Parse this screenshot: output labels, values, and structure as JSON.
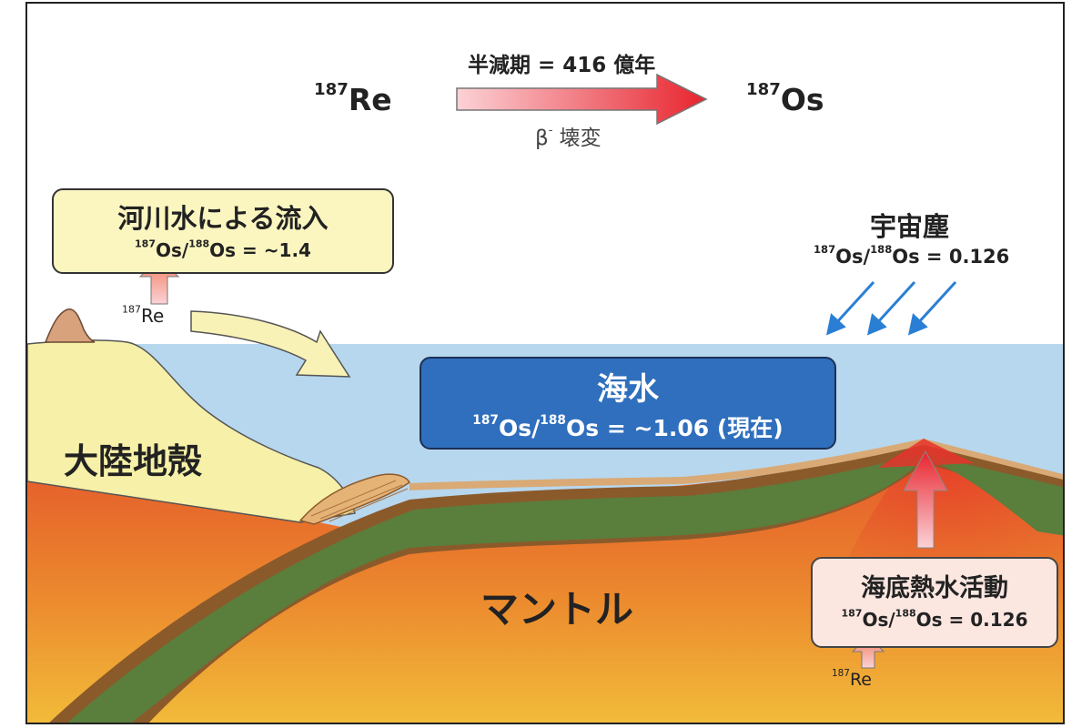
{
  "decay": {
    "parent_mass": "187",
    "parent_symbol": "Re",
    "daughter_mass": "187",
    "daughter_symbol": "Os",
    "half_life": "半減期 = 416 億年",
    "beta_symbol": "β",
    "beta_sign": "-",
    "decay_label": "壊変"
  },
  "river": {
    "title": "河川水による流入",
    "ratio_num_mass": "187",
    "ratio_den_mass": "188",
    "symbol": "Os",
    "ratio_value": "= ~1.4",
    "source_mass": "187",
    "source_symbol": "Re"
  },
  "cosmic": {
    "title": "宇宙塵",
    "ratio_num_mass": "187",
    "ratio_den_mass": "188",
    "symbol": "Os",
    "ratio_value": "= 0.126"
  },
  "seawater": {
    "title": "海水",
    "ratio_num_mass": "187",
    "ratio_den_mass": "188",
    "symbol": "Os",
    "ratio_value": "= ~1.06 (現在)"
  },
  "hydrothermal": {
    "title": "海底熱水活動",
    "ratio_num_mass": "187",
    "ratio_den_mass": "188",
    "symbol": "Os",
    "ratio_value": "= 0.126",
    "source_mass": "187",
    "source_symbol": "Re"
  },
  "continent_label": "大陸地殻",
  "mantle_label": "マントル",
  "colors": {
    "sea": "#b7d7ee",
    "continent": "#f7f0a8",
    "mantle_top": "#e3552a",
    "mantle_bottom": "#f2bc3a",
    "oceanic_crust": "#5a7e3c",
    "crust_edge": "#8b5a2b",
    "sediment": "#d9aa76",
    "arrow_red": "#e8242e",
    "arrow_pink": "#f5a8ae",
    "dust_blue": "#2a7fd4",
    "river_arrow": "#f9f2b6",
    "seawater_box": "#2f6fbd"
  }
}
